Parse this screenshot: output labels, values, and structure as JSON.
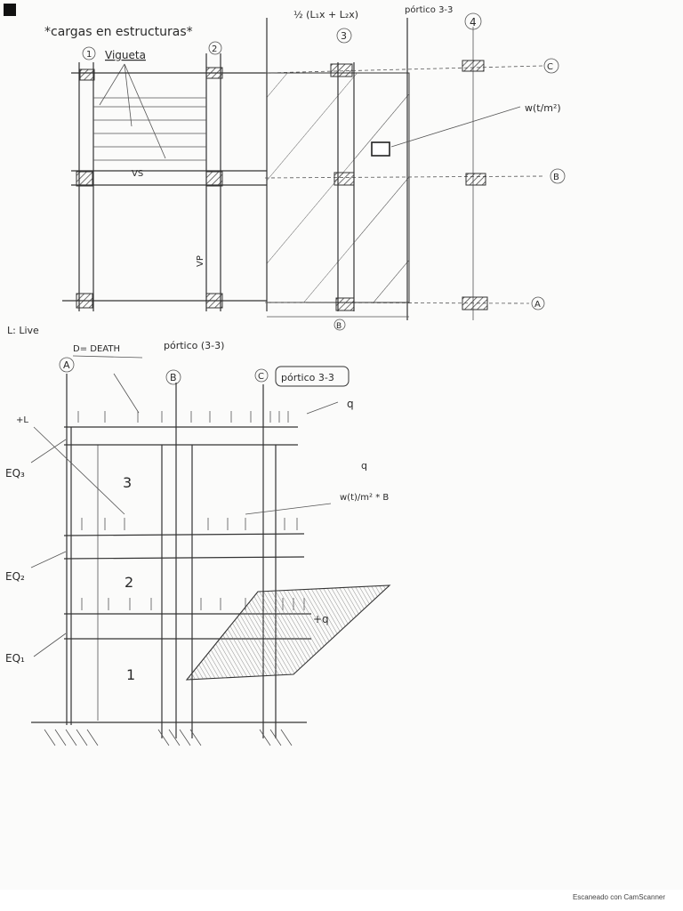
{
  "top": {
    "title": "*cargas en estructuras*",
    "vigueta_label": "Vigueta",
    "vs_label": "VS",
    "vp_label": "VP",
    "axis_1": "1",
    "axis_2": "2",
    "axis_3": "3",
    "axis_4": "4",
    "axis_a": "A",
    "axis_b": "B",
    "axis_c": "C",
    "bottom_b": "B",
    "width_formula": "½ (L₁x + L₂x)",
    "portico_label": "pórtico 3-3",
    "w_label": "w(t/m²)"
  },
  "legend": {
    "live": "L: Live",
    "death": "D= DEATH",
    "portico_caption": "pórtico (3-3)"
  },
  "frame": {
    "axis_a": "A",
    "axis_b": "B",
    "axis_c": "C",
    "portico_box": "pórtico 3-3",
    "q_label": "q",
    "l_label": "+L",
    "q_formula_top": "q",
    "q_formula": "w(t)/m² * B",
    "plus_q": "+q",
    "eq3": "EQ₃",
    "eq2": "EQ₂",
    "eq1": "EQ₁",
    "floor3": "3",
    "floor2": "2",
    "floor1": "1"
  },
  "footer": {
    "scanner_text": "Escaneado con CamScanner"
  }
}
